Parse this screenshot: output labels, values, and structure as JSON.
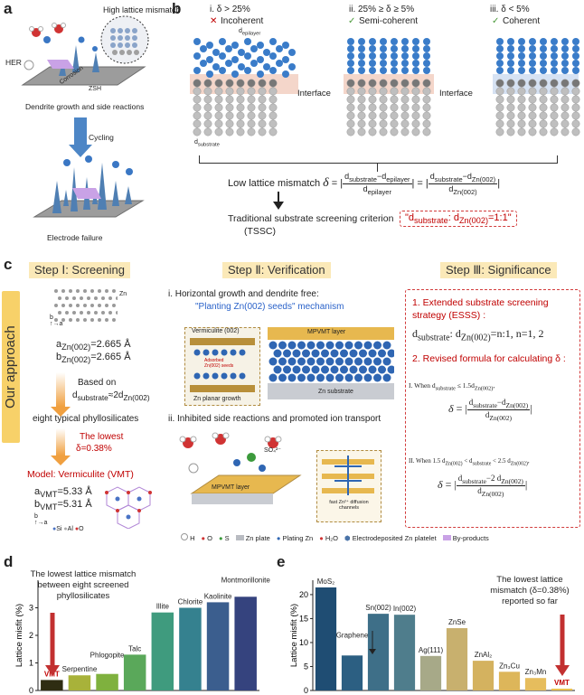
{
  "panel_a": {
    "label": "a",
    "high_mismatch": "High lattice mismatch",
    "her": "HER",
    "corrosion": "Corrosion",
    "zsh": "ZSH",
    "caption_top": "Dendrite growth and side reactions",
    "cycling": "Cycling",
    "caption_bottom": "Electrode failure"
  },
  "panel_b": {
    "label": "b",
    "col1_title": "i. δ > 25%",
    "col1_sub": "Incoherent",
    "col2_title": "ii. 25% ≥ δ ≥ 5%",
    "col2_sub": "Semi-coherent",
    "col3_title": "iii. δ < 5%",
    "col3_sub": "Coherent",
    "d_epilayer": "d",
    "d_epilayer_sub": "epilayer",
    "d_substrate": "d",
    "d_substrate_sub": "substrate",
    "interface1": "Interface",
    "interface2": "Interface",
    "formula_lead": "Low lattice mismatch",
    "formula_delta": "δ",
    "formula_eq": "=",
    "formula_n1": "d",
    "formula_n1_sub": "substrate",
    "formula_minus": "−",
    "formula_n2": "d",
    "formula_n2_sub": "epilayer",
    "formula_d1": "d",
    "formula_d1_sub": "epilayer",
    "formula_n3_sub": "substrate",
    "formula_n4_sub": "Zn(002)",
    "formula_d2_sub": "Zn(002)",
    "tssc_line": "Traditional substrate screening criterion",
    "tssc_abbr": "(TSSC)",
    "tssc_formula_a": "d",
    "tssc_formula_a_sub": "substrate",
    "tssc_formula_b": ": d",
    "tssc_formula_b_sub": "Zn(002)",
    "tssc_formula_c": "=1:1"
  },
  "panel_c": {
    "label": "c",
    "approach": "Our approach",
    "step1": "Step Ⅰ: Screening",
    "step2": "Step Ⅱ: Verification",
    "step3": "Step Ⅲ: Significance",
    "zn_label": "Zn",
    "a_zn": "a",
    "a_zn_sub": "Zn(002)",
    "a_zn_val": "=2.665 Å",
    "b_zn": "b",
    "b_zn_sub": "Zn(002)",
    "b_zn_val": "=2.665 Å",
    "based_on": "Based on",
    "based_formula": "d",
    "based_formula_sub": "substrate",
    "based_formula_rest": "≈2d",
    "based_formula_sub2": "Zn(002)",
    "eight": "eight typical phyllosilicates",
    "lowest": "The lowest",
    "lowest_val": "δ=0.38%",
    "model": "Model: Vermiculite (VMT)",
    "a_vmt": "a",
    "a_vmt_sub": "VMT",
    "a_vmt_val": "=5.33 Å",
    "b_vmt": "b",
    "b_vmt_sub": "VMT",
    "b_vmt_val": "=5.31 Å",
    "atoms": [
      "Si",
      "Al",
      "O"
    ],
    "v1": "i. Horizontal growth and dendrite free:",
    "v1_quote": "\"Planting Zn(002) seeds\" mechanism",
    "vermiculite_002": "Vermiculite (002)",
    "adsorbed": "Adsorbed Zn(002) seeds",
    "zn_planar": "Zn planar growth",
    "mpvmt_layer": "MPVMT layer",
    "zn_substrate": "Zn substrate",
    "v2": "ii. Inhibited side reactions and promoted ion transport",
    "so4": "SO₄²⁻",
    "mpvmt2": "MPVMT layer",
    "fast_zn": "fast Zn²⁺ diffusion channels",
    "s1_title": "1. Extended substrate screening strategy (ESSS) :",
    "s1_formula": "d",
    "s1_formula_sub": "substrate",
    "s1_formula_rest": ": d",
    "s1_formula_sub2": "Zn(002)",
    "s1_formula_end": "=n:1, n=1, 2",
    "s2_title": "2. Revised formula for calculating δ :",
    "s2_i": "I. When d",
    "s2_i_sub": "substrate",
    "s2_i_rest": " ≤ 1.5d",
    "s2_i_sub2": "Zn(002)",
    "s2_i_end": ",",
    "s2_ii": "II. When 1.5 d",
    "s2_ii_sub": "Zn(002)",
    "s2_ii_mid": " < d",
    "s2_ii_sub2": "substrate",
    "s2_ii_mid2": " < 2.5 d",
    "s2_ii_sub3": "Zn(002)",
    "s2_ii_end": ",",
    "f1_num": "d",
    "f1_num_sub": "substrate",
    "f1_num_rest": "−d",
    "f1_num_sub2": "Zn(002)",
    "f1_den": "d",
    "f1_den_sub": "Zn(002)",
    "f2_num": "d",
    "f2_num_sub": "substrate",
    "f2_num_rest": "−2 d",
    "f2_num_sub2": "Zn(002)",
    "f2_den": "d",
    "f2_den_sub": "Zn(002)",
    "legend": [
      "H",
      "O",
      "S",
      "Zn plate",
      "Plating  Zn",
      "H₂O",
      "Electrodeposited Zn platelet",
      "By-products"
    ]
  },
  "panel_d": {
    "label": "d",
    "annotation": "The lowest lattice mismatch between eight screened phyllosilicates"
  },
  "panel_e": {
    "label": "e",
    "annotation": "The lowest lattice mismatch (δ=0.38%) reported so far"
  },
  "chart_data": [
    {
      "type": "bar",
      "categories": [
        "VMT",
        "Serpentine",
        "Phlogopite",
        "Talc",
        "Illite",
        "Chlorite",
        "Kaolinite",
        "Montmorillonite"
      ],
      "values": [
        0.38,
        0.55,
        0.6,
        1.3,
        2.83,
        3.0,
        3.2,
        3.4
      ],
      "xlabel": "",
      "ylabel": "Lattice misfit (%)",
      "ylim": [
        0,
        4
      ],
      "yticks": [
        0,
        1,
        2,
        3
      ],
      "colors": [
        "#2f2d12",
        "#a8b23a",
        "#7fb13e",
        "#5aa85a",
        "#3f9b7e",
        "#35818f",
        "#3b5e8e",
        "#35437e"
      ]
    },
    {
      "type": "bar",
      "categories": [
        "MoS₂",
        "Graphene",
        "Sn(002)",
        "In(002)",
        "Ag(111)",
        "ZnSe",
        "ZnAl₂",
        "Zn₃Cu",
        "Zn₃Mn",
        "VMT"
      ],
      "values": [
        21.5,
        7.3,
        16.0,
        15.8,
        7.2,
        13.0,
        6.2,
        3.9,
        2.6,
        0.38
      ],
      "xlabel": "",
      "ylabel": "Lattice misfit (%)",
      "ylim": [
        0,
        23
      ],
      "yticks": [
        0,
        5,
        10,
        15,
        20
      ],
      "colors": [
        "#1f4d73",
        "#2c5f82",
        "#3e6f88",
        "#4f7d8c",
        "#a7a988",
        "#c8b06e",
        "#d4b25f",
        "#ddb65a",
        "#e6bd5d",
        "#e9c04f"
      ]
    }
  ]
}
